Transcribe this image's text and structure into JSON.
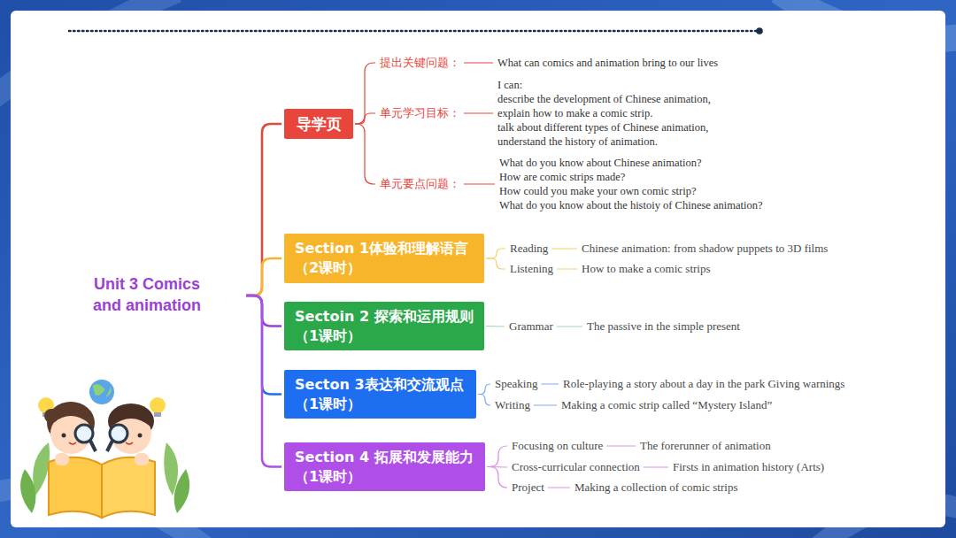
{
  "diagram": {
    "nodes": [
      {
        "text": [
          "Unit 3 Comics and animation"
        ]
      },
      {
        "text": [
          "导学页"
        ]
      },
      {
        "text": [
          "提出关键问题："
        ]
      },
      {
        "text": [
          "单元学习目标："
        ]
      },
      {
        "text": [
          "单元要点问题："
        ]
      },
      {
        "text": [
          "What can comics and animation bring to our lives"
        ]
      },
      {
        "text": [
          "I can:",
          "describe the development of Chinese animation,",
          "explain how to make a comic strip.",
          "talk about different types of Chinese animation,",
          "understand the history of animation."
        ]
      },
      {
        "text": [
          "What do you know about Chinese animation?",
          "How are comic strips made?",
          "How could you make your own comic strip?",
          "What do you know about the histoiy of Chinese animation?"
        ]
      },
      {
        "text": [
          "Section 1体验和理解语言 （2课时）"
        ]
      },
      {
        "text": [
          "Reading"
        ]
      },
      {
        "text": [
          "Chinese animation: from shadow puppets to 3D films"
        ]
      },
      {
        "text": [
          "Listening"
        ]
      },
      {
        "text": [
          "How to make a comic strips"
        ]
      },
      {
        "text": [
          "Sectoin 2 探索和运用规则 （1课时）"
        ]
      },
      {
        "text": [
          "Grammar"
        ]
      },
      {
        "text": [
          "The passive in the simple present"
        ]
      },
      {
        "text": [
          "Secton 3表达和交流观点 （1课时）"
        ]
      },
      {
        "text": [
          "Speaking"
        ]
      },
      {
        "text": [
          "Role-playing a story about a day in the park Giving warnings"
        ]
      },
      {
        "text": [
          "Writing"
        ]
      },
      {
        "text": [
          "Making a comic strip called “Mystery Island”"
        ]
      },
      {
        "text": [
          "Section 4 拓展和发展能力 （1课时）"
        ]
      },
      {
        "text": [
          "Focusing on culture"
        ]
      },
      {
        "text": [
          "The forerunner of animation"
        ]
      },
      {
        "text": [
          "Cross-curricular connection"
        ]
      },
      {
        "text": [
          "Firsts in animation history (Arts)"
        ]
      },
      {
        "text": [
          "Project"
        ]
      },
      {
        "text": [
          "Making a collection of comic strips"
        ]
      }
    ],
    "edges": [
      {
        "from": 0,
        "to": 1,
        "arrow": "none"
      },
      {
        "from": 0,
        "to": 8,
        "arrow": "none"
      },
      {
        "from": 0,
        "to": 13,
        "arrow": "none"
      },
      {
        "from": 0,
        "to": 16,
        "arrow": "none"
      },
      {
        "from": 0,
        "to": 21,
        "arrow": "none"
      },
      {
        "from": 1,
        "to": 2,
        "arrow": "none"
      },
      {
        "from": 1,
        "to": 3,
        "arrow": "none"
      },
      {
        "from": 1,
        "to": 4,
        "arrow": "none"
      },
      {
        "from": 2,
        "to": 5,
        "arrow": "none"
      },
      {
        "from": 3,
        "to": 6,
        "arrow": "none"
      },
      {
        "from": 4,
        "to": 7,
        "arrow": "none"
      },
      {
        "from": 8,
        "to": 9,
        "arrow": "none"
      },
      {
        "from": 9,
        "to": 10,
        "arrow": "none"
      },
      {
        "from": 8,
        "to": 11,
        "arrow": "none"
      },
      {
        "from": 11,
        "to": 12,
        "arrow": "none"
      },
      {
        "from": 13,
        "to": 14,
        "arrow": "none"
      },
      {
        "from": 14,
        "to": 15,
        "arrow": "none"
      },
      {
        "from": 16,
        "to": 17,
        "arrow": "none"
      },
      {
        "from": 17,
        "to": 18,
        "arrow": "none"
      },
      {
        "from": 16,
        "to": 19,
        "arrow": "none"
      },
      {
        "from": 19,
        "to": 20,
        "arrow": "none"
      },
      {
        "from": 21,
        "to": 22,
        "arrow": "none"
      },
      {
        "from": 22,
        "to": 23,
        "arrow": "none"
      },
      {
        "from": 21,
        "to": 24,
        "arrow": "none"
      },
      {
        "from": 24,
        "to": 25,
        "arrow": "none"
      },
      {
        "from": 21,
        "to": 26,
        "arrow": "none"
      },
      {
        "from": 26,
        "to": 27,
        "arrow": "none"
      }
    ]
  }
}
